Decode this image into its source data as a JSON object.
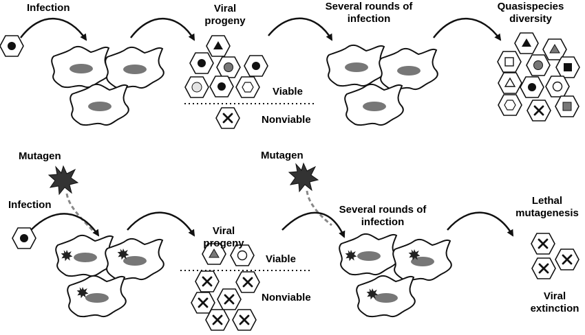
{
  "top": {
    "infection": "Infection",
    "viral_progeny": [
      "Viral",
      "progeny"
    ],
    "several_rounds": [
      "Several rounds of",
      "infection"
    ],
    "quasispecies": [
      "Quasispecies",
      "diversity"
    ],
    "viable": "Viable",
    "nonviable": "Nonviable"
  },
  "bottom": {
    "mutagen_1": "Mutagen",
    "mutagen_2": "Mutagen",
    "infection": "Infection",
    "viral_progeny": [
      "Viral",
      "progeny"
    ],
    "several_rounds": [
      "Several rounds of",
      "infection"
    ],
    "lethal": [
      "Lethal",
      "mutagenesis"
    ],
    "viable": "Viable",
    "nonviable": "Nonviable",
    "extinction": [
      "Viral",
      "extinction"
    ]
  },
  "colors": {
    "black": "#111111",
    "grey": "#777777",
    "light_grey": "#e4e4e4",
    "mutagen": "#333333",
    "dash": "#888888"
  }
}
